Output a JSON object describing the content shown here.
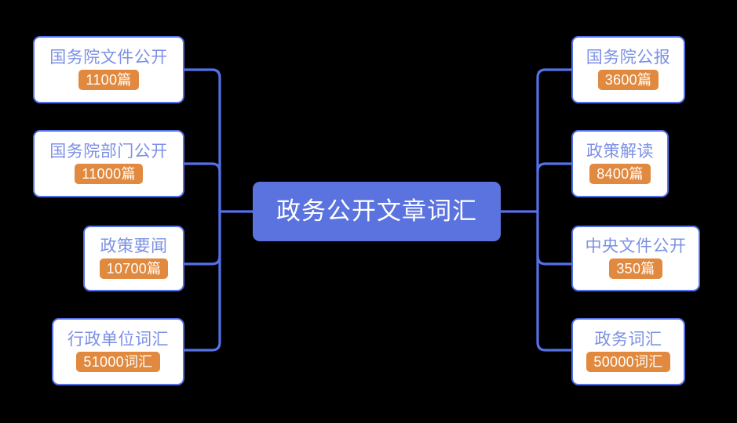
{
  "diagram": {
    "type": "mind-map",
    "background_color": "#000000",
    "accent_color": "#5471e8",
    "badge_color": "#e0893f",
    "title_color": "#7d91e4",
    "center": {
      "label": "政务公开文章词汇",
      "fill": "#5b73de",
      "text_color": "#ffffff"
    },
    "left_branches": [
      {
        "label": "国务院文件公开",
        "badge": "1100篇"
      },
      {
        "label": "国务院部门公开",
        "badge": "11000篇"
      },
      {
        "label": "政策要闻",
        "badge": "10700篇"
      },
      {
        "label": "行政单位词汇",
        "badge": "51000词汇"
      }
    ],
    "right_branches": [
      {
        "label": "国务院公报",
        "badge": "3600篇"
      },
      {
        "label": "政策解读",
        "badge": "8400篇"
      },
      {
        "label": "中央文件公开",
        "badge": "350篇"
      },
      {
        "label": "政务词汇",
        "badge": "50000词汇"
      }
    ]
  }
}
